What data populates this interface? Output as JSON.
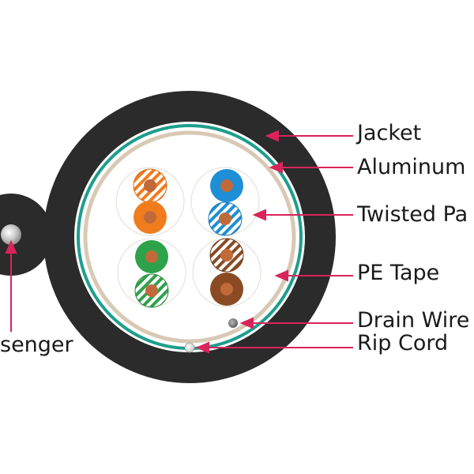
{
  "labels": {
    "jacket": "Jacket",
    "aluminum": "Aluminum",
    "twisted_pair": "Twisted Pa",
    "pe_tape": "PE Tape",
    "drain_wire": "Drain Wire",
    "rip_cord": "Rip Cord",
    "messenger": "senger"
  },
  "colors": {
    "jacket": "#2b2b2b",
    "jacket_edge": "#1c1c1c",
    "inner_fill": "#ffffff",
    "aluminum_ring": "#1e9e8c",
    "pe_tape_ring": "#d8c9b4",
    "leader_line": "#d8245a",
    "messenger_wire": "#c8c8c8",
    "drain_wire": "#6f6f6f",
    "rip_cord": "#f0f0f0",
    "pair_orange": "#f07c1e",
    "pair_blue": "#1e8fd6",
    "pair_green": "#2ea24a",
    "pair_brown": "#8a4b24",
    "copper": "#c06a3a"
  },
  "pairs": [
    {
      "name": "orange",
      "solid": "pair_orange",
      "striped": "pair_orange"
    },
    {
      "name": "blue",
      "solid": "pair_blue",
      "striped": "pair_blue"
    },
    {
      "name": "green",
      "solid": "pair_green",
      "striped": "pair_green"
    },
    {
      "name": "brown",
      "solid": "pair_brown",
      "striped": "pair_brown"
    }
  ]
}
